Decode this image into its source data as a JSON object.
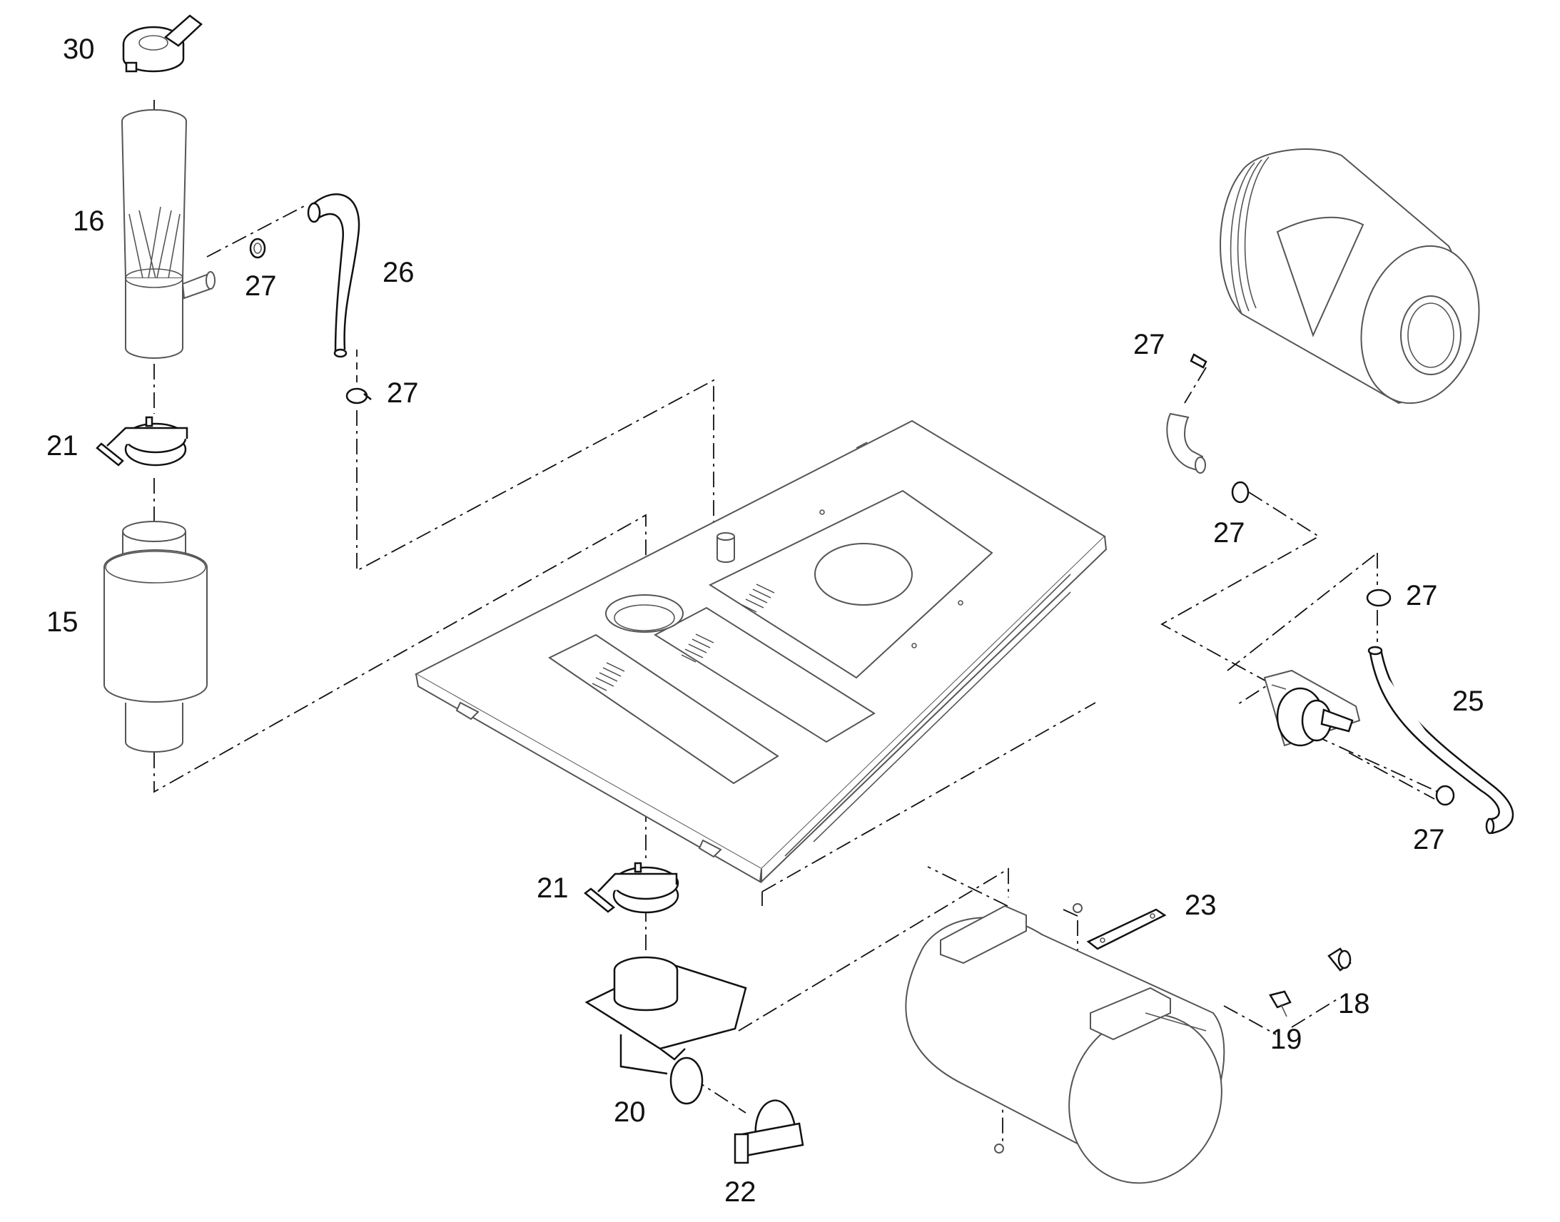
{
  "diagram": {
    "callouts": [
      {
        "id": "c30",
        "text": "30"
      },
      {
        "id": "c16",
        "text": "16"
      },
      {
        "id": "c27a",
        "text": "27"
      },
      {
        "id": "c26",
        "text": "26"
      },
      {
        "id": "c27b",
        "text": "27"
      },
      {
        "id": "c21a",
        "text": "21"
      },
      {
        "id": "c15",
        "text": "15"
      },
      {
        "id": "c27c",
        "text": "27"
      },
      {
        "id": "c27d",
        "text": "27"
      },
      {
        "id": "c27e",
        "text": "27"
      },
      {
        "id": "c25",
        "text": "25"
      },
      {
        "id": "c27f",
        "text": "27"
      },
      {
        "id": "c21b",
        "text": "21"
      },
      {
        "id": "c23",
        "text": "23"
      },
      {
        "id": "c18",
        "text": "18"
      },
      {
        "id": "c19",
        "text": "19"
      },
      {
        "id": "c20",
        "text": "20"
      },
      {
        "id": "c22",
        "text": "22"
      }
    ]
  }
}
